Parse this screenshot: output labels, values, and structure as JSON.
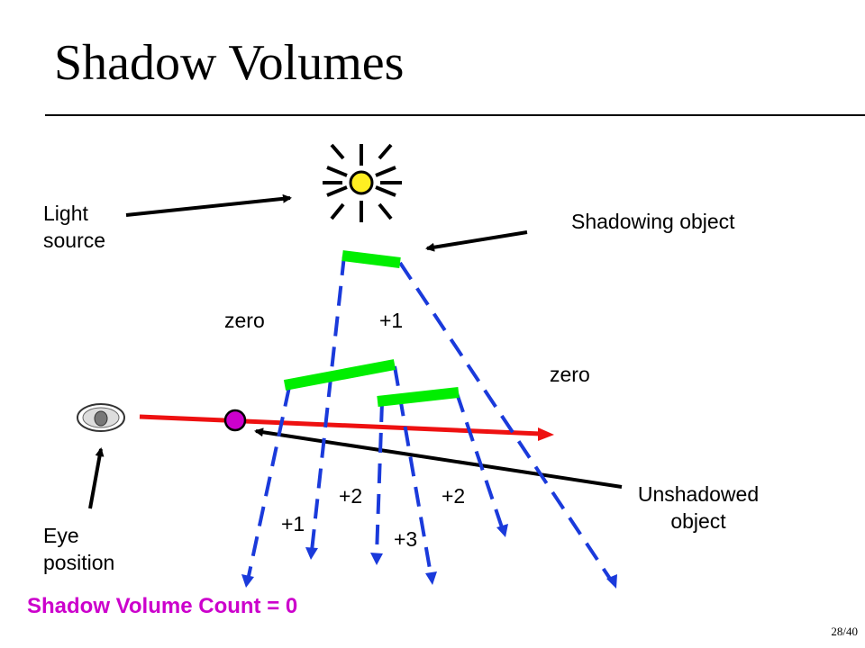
{
  "slide": {
    "title": "Shadow Volumes",
    "page_number": "28/40"
  },
  "labels": {
    "light_source_line1": "Light",
    "light_source_line2": "source",
    "shadowing_object": "Shadowing object",
    "eye_position_line1": "Eye",
    "eye_position_line2": "position",
    "unshadowed_object_line1": "Unshadowed",
    "unshadowed_object_line2": "object"
  },
  "region_counts": {
    "zero_left": "zero",
    "plus1_top": "+1",
    "zero_right": "zero",
    "plus2_left": "+2",
    "plus2_right": "+2",
    "plus1_bottom": "+1",
    "plus3": "+3"
  },
  "footer": {
    "shadow_volume_count": "Shadow Volume Count = 0"
  },
  "colors": {
    "occluder": "#00ee00",
    "shadow_volume_edge": "#1a3adb",
    "eye_ray": "#ee1111",
    "sun": "#ffee22",
    "unshadowed_object": "#cc00cc",
    "count_text": "#cc00cc"
  }
}
